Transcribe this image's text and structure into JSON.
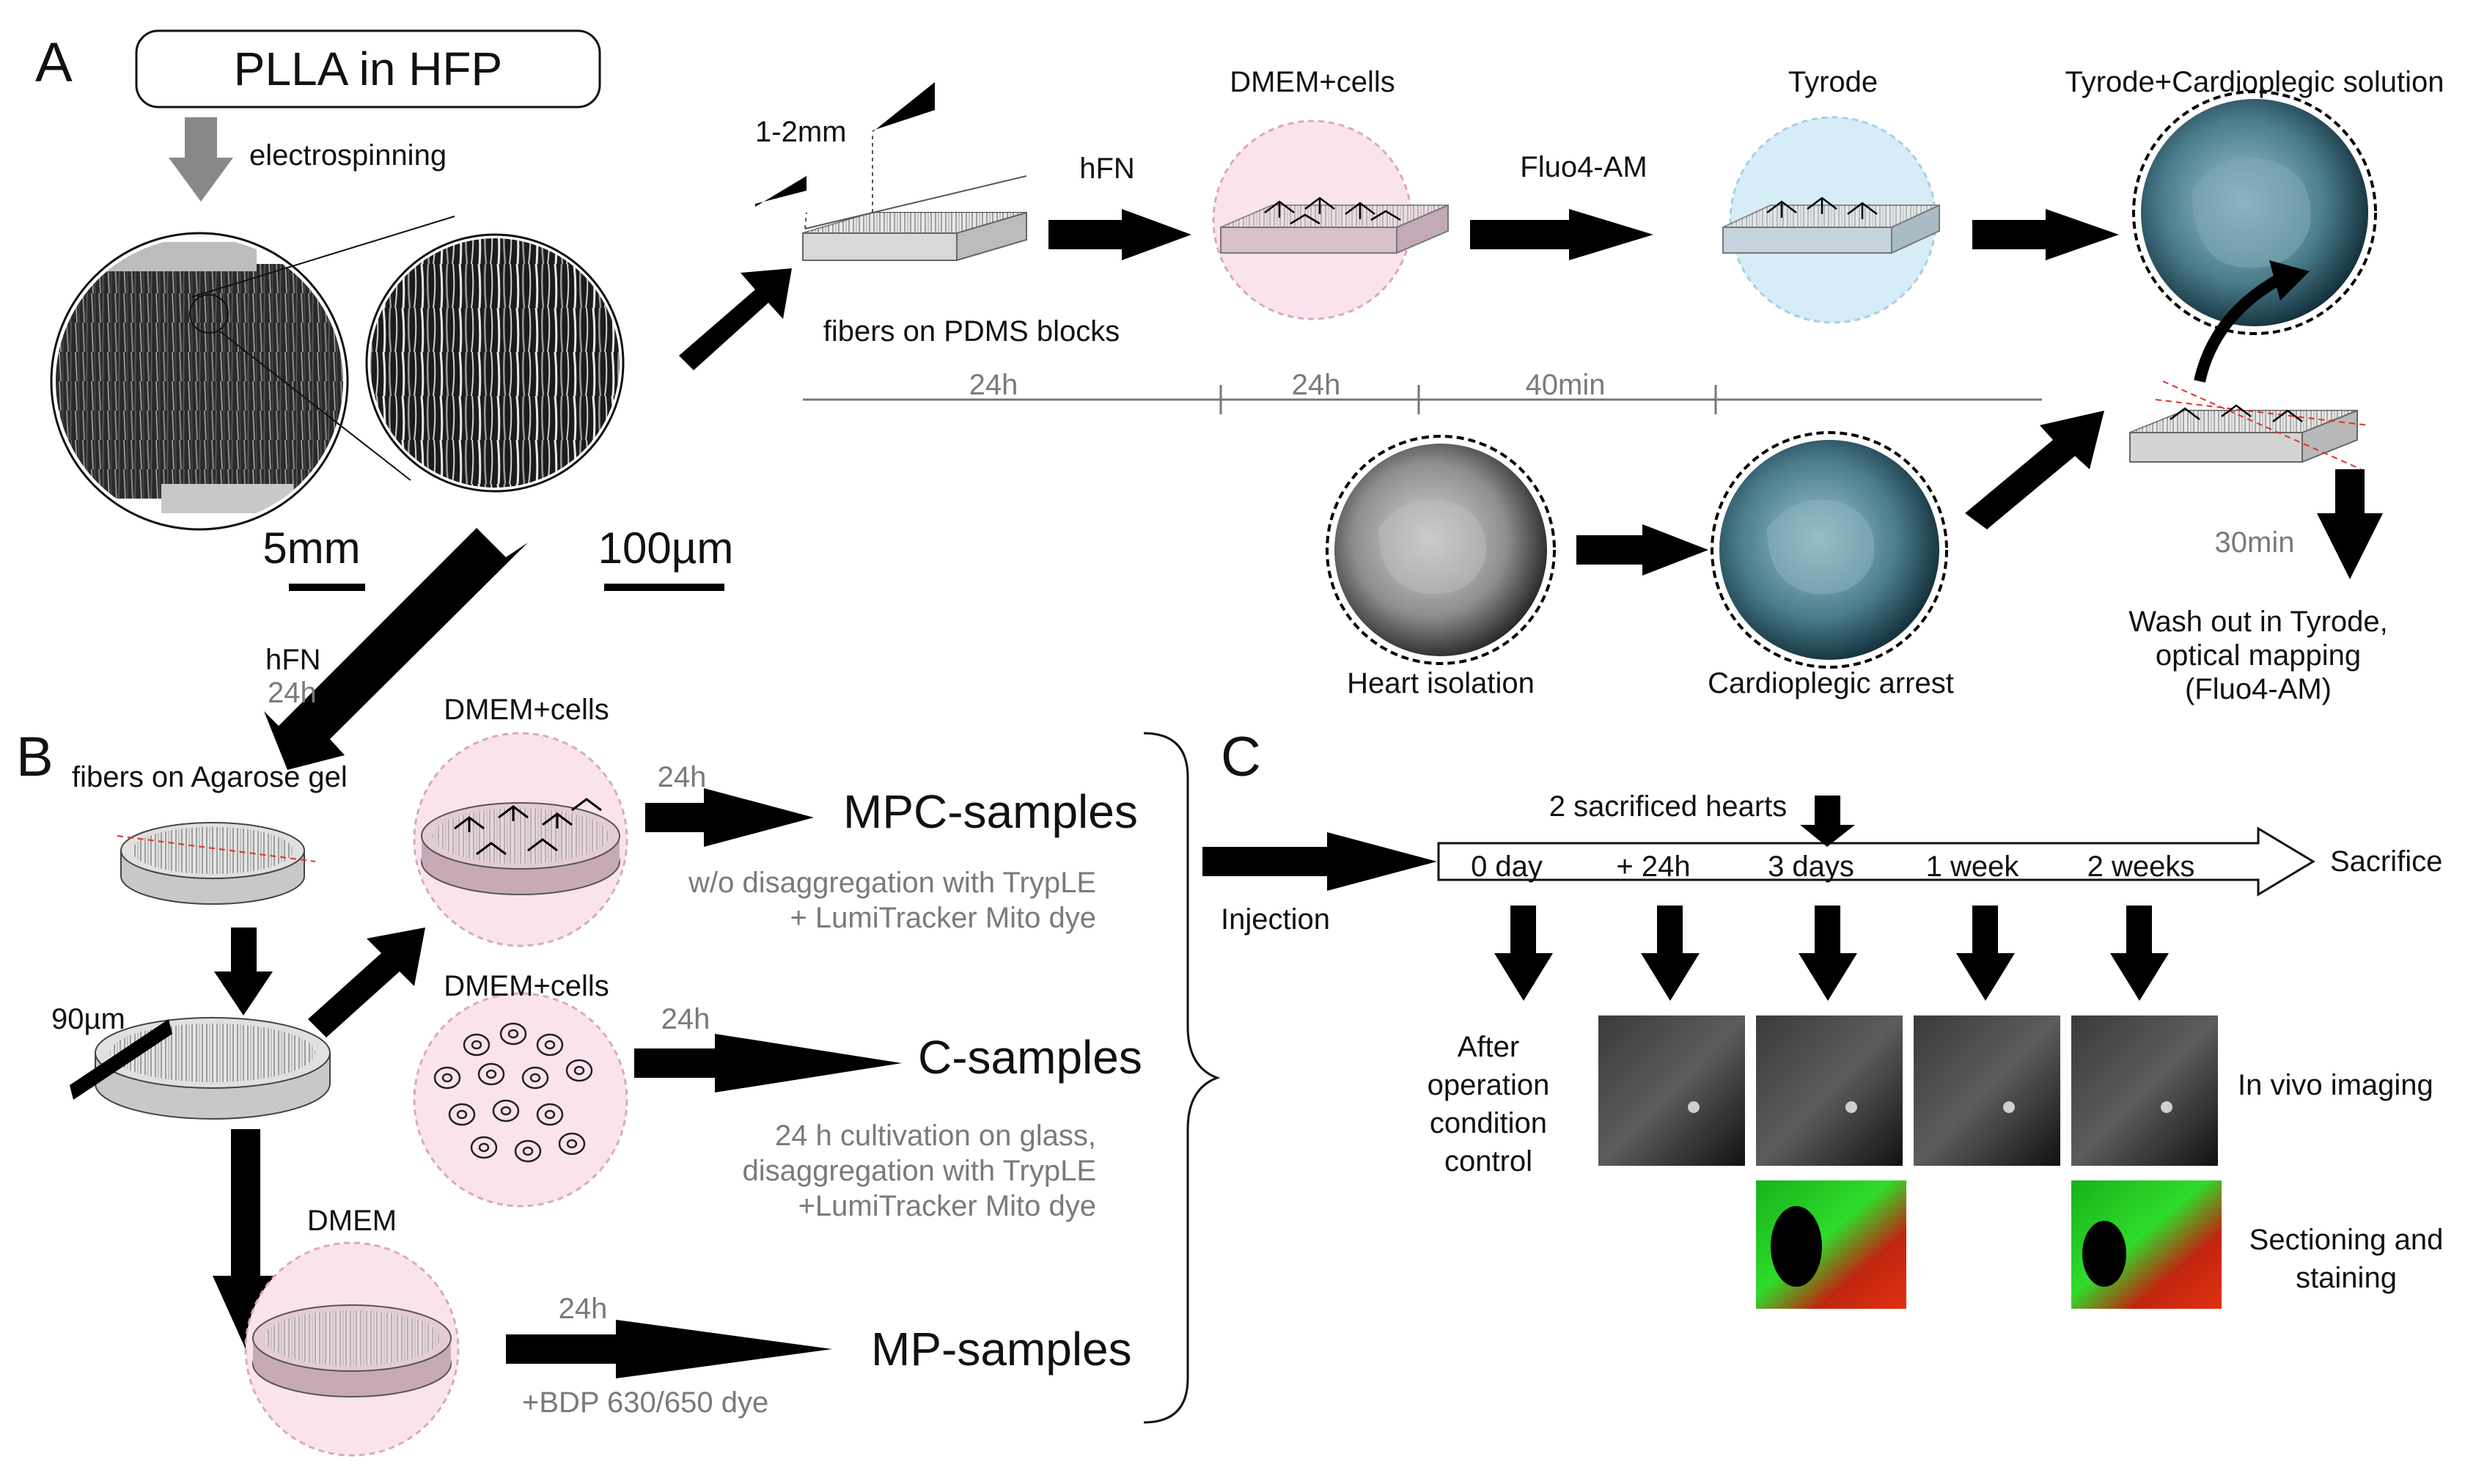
{
  "panels": {
    "a": "A",
    "b": "B",
    "c": "C"
  },
  "top": {
    "source": "PLLA in HFP",
    "electrospinning": "electrospinning",
    "scale_small": "5mm",
    "scale_large": "100µm",
    "thickness": "1-2mm",
    "fibers_pdms": "fibers on PDMS blocks",
    "hfn": "hFN",
    "dmem_cells": "DMEM+cells",
    "fluo": "Fluo4-AM",
    "tyrode": "Tyrode",
    "tyrode_cardio": "Tyrode+Cardioplegic solution",
    "time_1": "24h",
    "time_2": "24h",
    "time_3": "40min",
    "heart_isolation": "Heart isolation",
    "cardioplegic_arrest": "Cardioplegic arrest",
    "time_4": "30min",
    "washout": [
      "Wash out in Tyrode,",
      "optical mapping",
      "(Fluo4-AM)"
    ]
  },
  "panel_b": {
    "hfn": "hFN",
    "hfn_time": "24h",
    "fibers_agarose": "fibers on Agarose gel",
    "thickness": "90µm",
    "dmem_cells_1": "DMEM+cells",
    "dmem_cells_2": "DMEM+cells",
    "dmem": "DMEM",
    "mpc": {
      "time": "24h",
      "label": "MPC-samples",
      "notes": [
        "w/o disaggregation with TrypLE",
        "+ LumiTracker Mito dye"
      ]
    },
    "c_samples": {
      "time": "24h",
      "label": "C-samples",
      "notes": [
        "24 h cultivation on glass,",
        "disaggregation with TrypLE",
        "+LumiTracker Mito dye"
      ]
    },
    "mp": {
      "time": "24h",
      "label": "MP-samples",
      "notes": [
        "+BDP 630/650 dye"
      ]
    }
  },
  "panel_c": {
    "injection": "Injection",
    "sacrificed": "2 sacrificed hearts",
    "timeline": [
      "0 day",
      "+ 24h",
      "3 days",
      "1 week",
      "2 weeks"
    ],
    "sacrifice": "Sacrifice",
    "control": [
      "After",
      "operation",
      "condition",
      "control"
    ],
    "in_vivo": "In vivo imaging",
    "sectioning": [
      "Sectioning and",
      "staining"
    ]
  },
  "colors": {
    "pink": "#fbe3ee",
    "blue": "#d6ecf7",
    "arrow": "#000000",
    "gray_text": "#7a7a7a"
  }
}
